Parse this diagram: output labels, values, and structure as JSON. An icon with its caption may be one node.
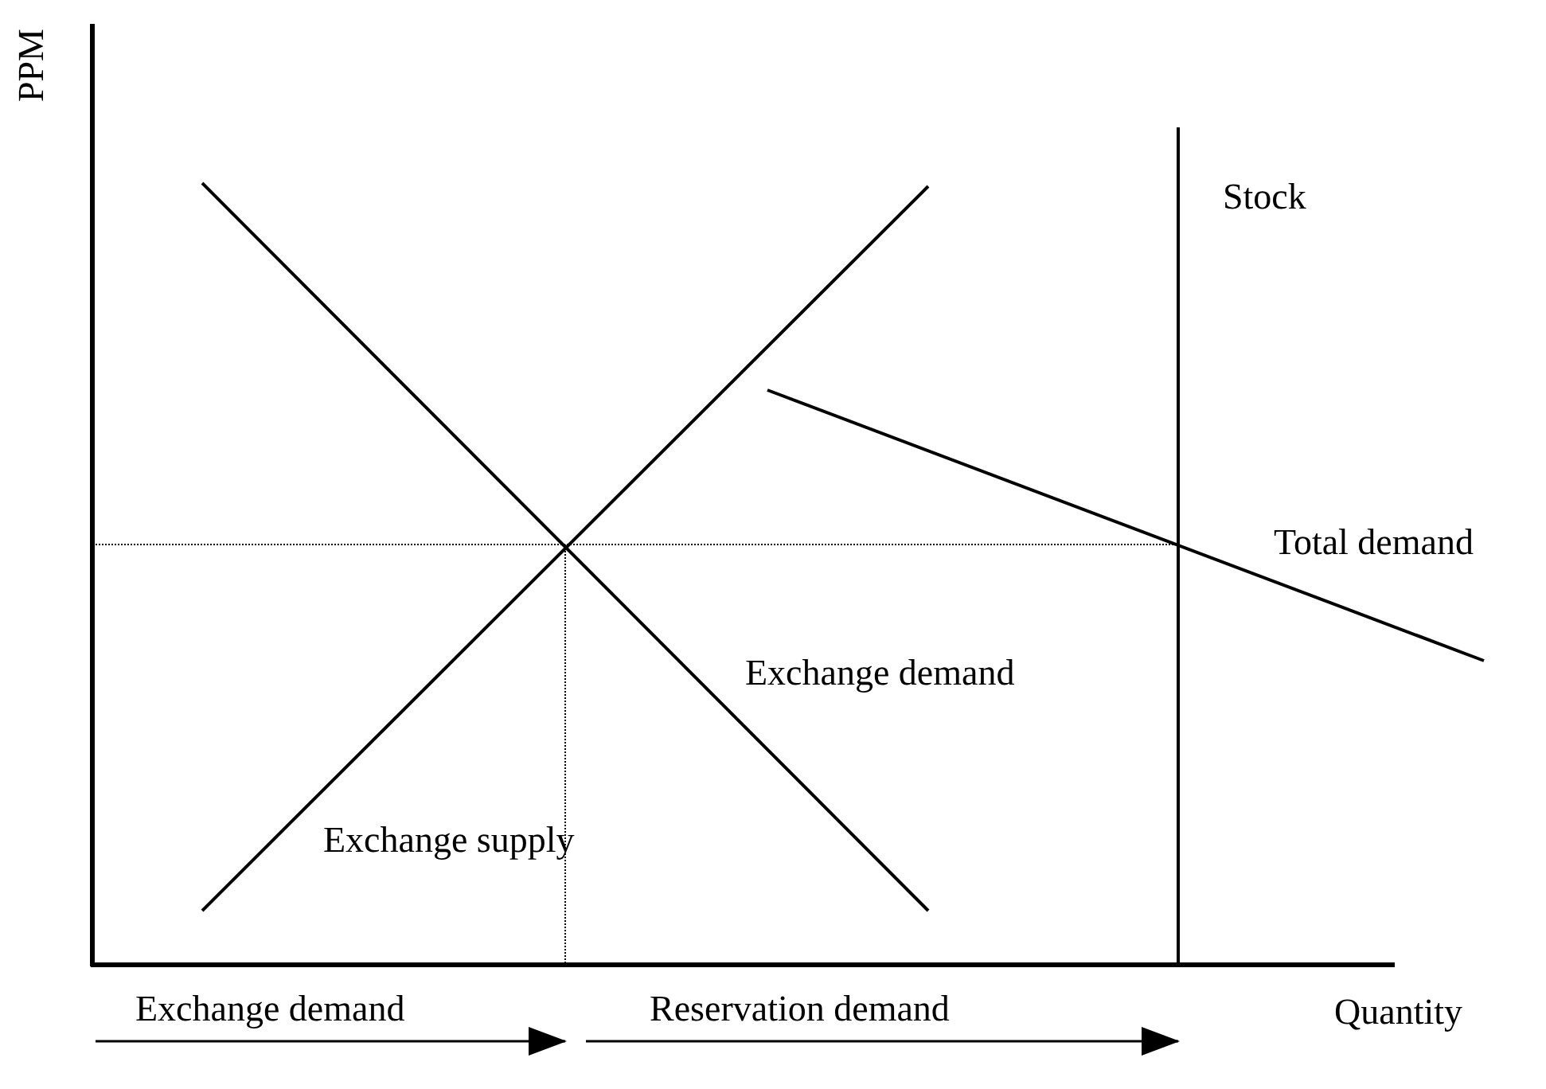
{
  "diagram": {
    "labels": [
      "PPM",
      "Stock",
      "Total demand",
      "Exchange demand",
      "Exchange supply",
      "Exchange demand",
      "Reservation demand",
      "Quantity"
    ]
  }
}
